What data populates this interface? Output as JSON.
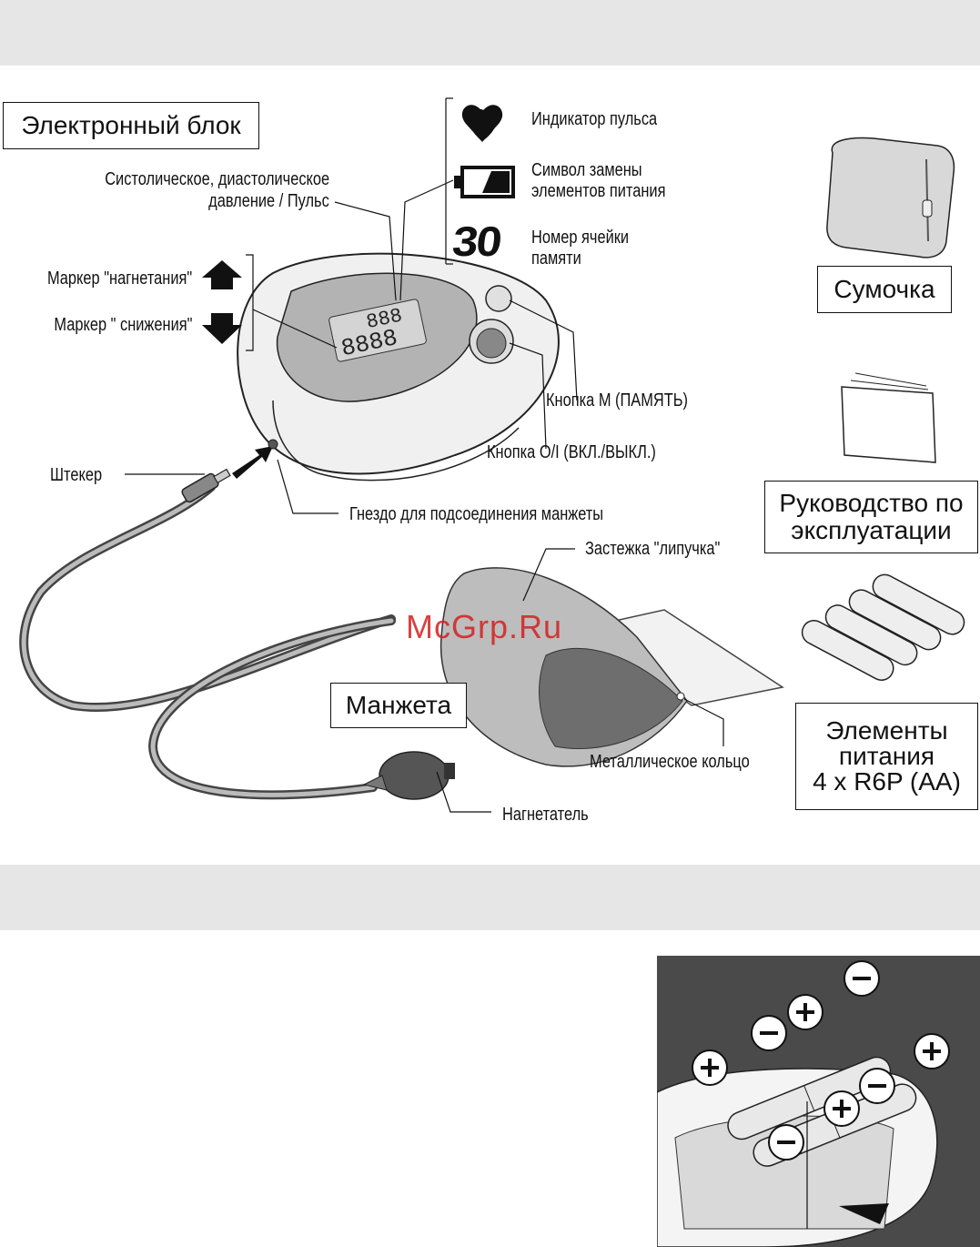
{
  "sections": {
    "electronic_unit": "Электронный блок",
    "cuff": "Манжета",
    "bag": "Сумочка",
    "manual": "Руководство по\nэксплуатации",
    "batteries": "Элементы\nпитания\n4 x R6P (AA)"
  },
  "labels": {
    "sys_dia_pulse_1": "Систолическое, диастолическое",
    "sys_dia_pulse_2": "давление / Пульс",
    "pulse_indicator": "Индикатор пульса",
    "battery_symbol_1": "Символ замены",
    "battery_symbol_2": "элементов питания",
    "memory_cell_1": "Номер ячейки",
    "memory_cell_2": "памяти",
    "memory_cell_digits": "30",
    "inflate_marker": "Маркер \"нагнетания\"",
    "deflate_marker": "Маркер \" снижения\"",
    "button_m": "Кнопка М (ПАМЯТЬ)",
    "button_power": "Кнопка О/I (ВКЛ./ВЫКЛ.)",
    "plug": "Штекер",
    "cuff_socket": "Гнездо для подсоединения манжеты",
    "velcro": "Застежка \"липучка\"",
    "metal_ring": "Металлическое кольцо",
    "pump": "Нагнетатель"
  },
  "watermark": "McGrp.Ru",
  "icons": [
    "heart-icon",
    "battery-icon",
    "arrow-up-icon",
    "arrow-down-icon",
    "plus-icon",
    "minus-icon"
  ]
}
